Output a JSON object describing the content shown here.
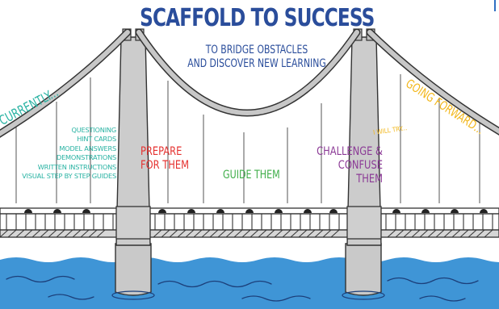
{
  "title": "SCAFFOLD TO SUCCESS",
  "subtitle": {
    "line1": "TO BRIDGE OBSTACLES",
    "line2": "AND DISCOVER NEW LEARNING"
  },
  "left_heading": "CURRENTLY...",
  "right_heading": "GOING FORWARD...",
  "right_note": "I WILL TRY...",
  "scaffolds": [
    "QUESTIONING",
    "HINT CARDS",
    "MODEL ANSWERS",
    "DEMONSTRATIONS",
    "WRITTEN INSTRUCTIONS",
    "VISUAL STEP BY STEP GUIDES"
  ],
  "sections": {
    "prepare": {
      "line1": "PREPARE",
      "line2": "FOR THEM"
    },
    "guide": "GUIDE THEM",
    "challenge": {
      "line1": "CHALLENGE &",
      "line2": "CONFUSE",
      "line3": "THEM"
    }
  },
  "colors": {
    "title": "#2a4d9b",
    "teal": "#27b2a2",
    "yellow": "#f2b71c",
    "red": "#e5312f",
    "green": "#3fae49",
    "purple": "#8b3a96",
    "water": "#3f95d6",
    "tower": "#c4c4c4"
  }
}
